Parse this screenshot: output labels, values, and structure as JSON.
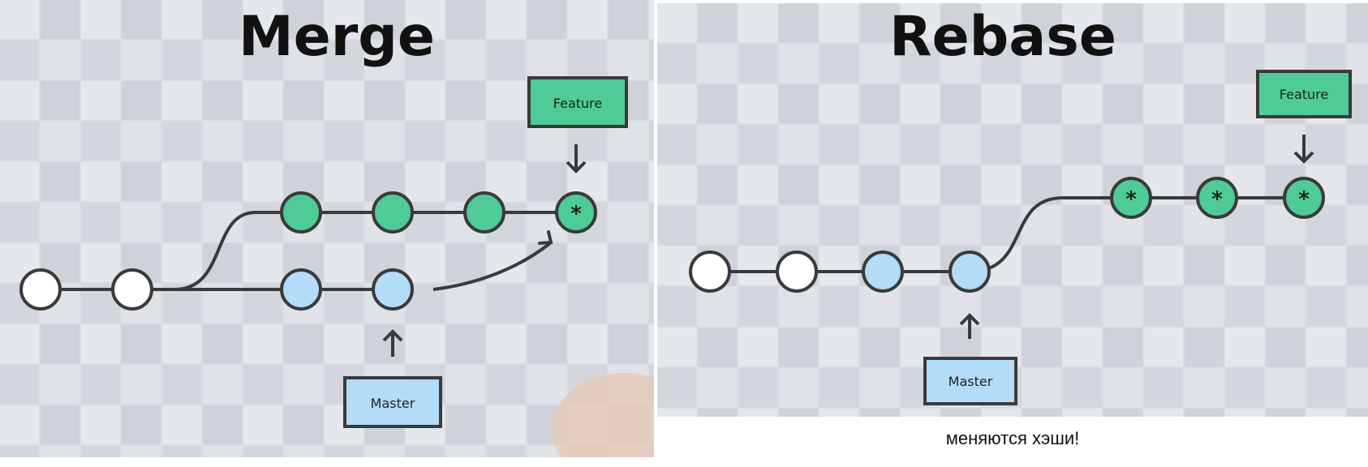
{
  "merge": {
    "title": "Merge",
    "feature_label": "Feature",
    "master_label": "Master"
  },
  "rebase": {
    "title": "Rebase",
    "feature_label": "Feature",
    "master_label": "Master"
  },
  "caption": "меняются хэши!",
  "colors": {
    "feature_green": "#4ecb96",
    "master_blue": "#b3dcf8",
    "base_white": "#ffffff",
    "line": "#3a3a3a"
  }
}
